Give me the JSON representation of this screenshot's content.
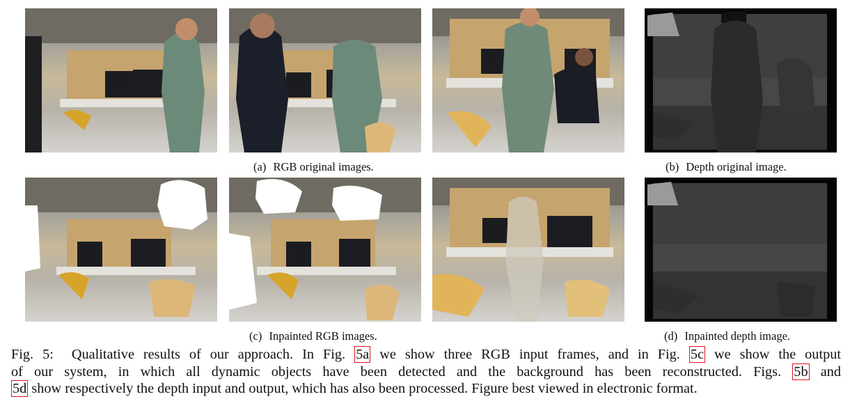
{
  "figure": {
    "caption_prefix": "Fig. 5:",
    "caption_lines": [
      [
        "Qualitative results of our approach. In Fig. ",
        {
          "ref": "5a"
        },
        " we show three RGB input frames, and in Fig. ",
        {
          "ref": "5c"
        },
        " we show the output"
      ],
      [
        "of our system, in which all dynamic objects have been detected and the background has been reconstructed. Figs. ",
        {
          "ref": "5b"
        },
        " and"
      ],
      [
        {
          "ref": "5d"
        },
        " show respectively the depth input and output, which has also been processed. Figure best viewed in electronic format."
      ]
    ],
    "ref_color": "#e0141e"
  },
  "subfigures": {
    "a": {
      "label": "(a)",
      "caption": "RGB original images."
    },
    "b": {
      "label": "(b)",
      "caption": "Depth original image."
    },
    "c": {
      "label": "(c)",
      "caption": "Inpainted RGB images."
    },
    "d": {
      "label": "(d)",
      "caption": "Inpainted depth image."
    }
  }
}
